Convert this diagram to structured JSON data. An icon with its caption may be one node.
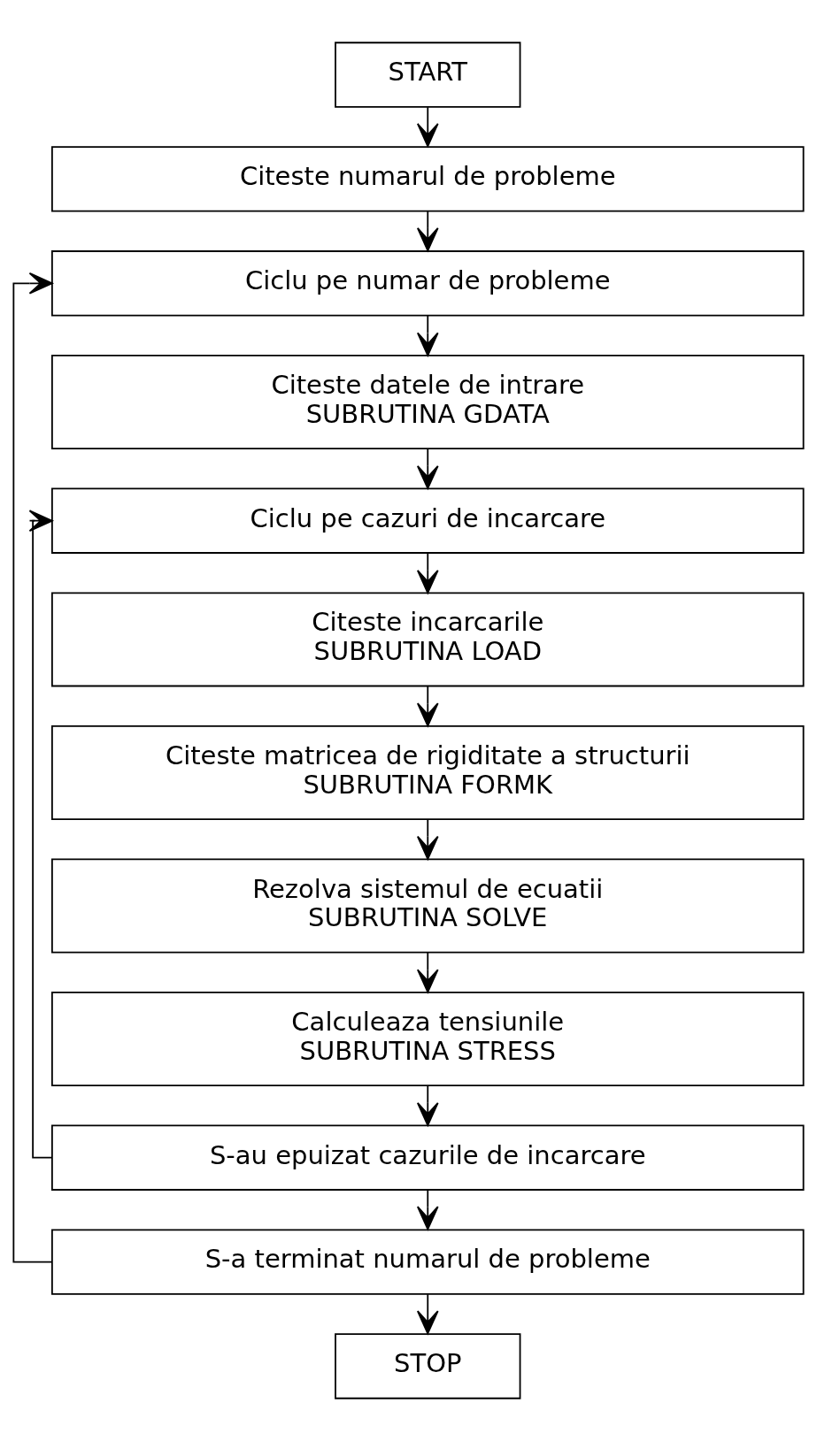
{
  "diagram": {
    "nodes": [
      {
        "text": [
          "START"
        ]
      },
      {
        "text": [
          "Citeste numarul de probleme"
        ]
      },
      {
        "text": [
          "Ciclu pe numar de probleme"
        ]
      },
      {
        "text": [
          "Citeste datele de intrare",
          "SUBRUTINA GDATA"
        ]
      },
      {
        "text": [
          "Ciclu pe cazuri de incarcare"
        ]
      },
      {
        "text": [
          "Citeste incarcarile",
          "SUBRUTINA LOAD"
        ]
      },
      {
        "text": [
          "Citeste matricea de rigiditate a structurii",
          "SUBRUTINA FORMK"
        ]
      },
      {
        "text": [
          "Rezolva sistemul de ecuatii",
          "SUBRUTINA SOLVE"
        ]
      },
      {
        "text": [
          "Calculeaza tensiunile",
          "SUBRUTINA STRESS"
        ]
      },
      {
        "text": [
          "S-au epuizat cazurile de incarcare"
        ]
      },
      {
        "text": [
          "S-a terminat numarul de probleme"
        ]
      },
      {
        "text": [
          "STOP"
        ]
      }
    ],
    "edges": [
      {
        "from": 0,
        "to": 1,
        "arrow": "to"
      },
      {
        "from": 1,
        "to": 2,
        "arrow": "to"
      },
      {
        "from": 2,
        "to": 3,
        "arrow": "to"
      },
      {
        "from": 3,
        "to": 4,
        "arrow": "to"
      },
      {
        "from": 4,
        "to": 5,
        "arrow": "to"
      },
      {
        "from": 5,
        "to": 6,
        "arrow": "to"
      },
      {
        "from": 6,
        "to": 7,
        "arrow": "to"
      },
      {
        "from": 7,
        "to": 8,
        "arrow": "to"
      },
      {
        "from": 8,
        "to": 9,
        "arrow": "to"
      },
      {
        "from": 9,
        "to": 10,
        "arrow": "to"
      },
      {
        "from": 10,
        "to": 11,
        "arrow": "to"
      },
      {
        "from": 9,
        "to": 4,
        "arrow": "to"
      },
      {
        "from": 10,
        "to": 2,
        "arrow": "to"
      }
    ]
  }
}
